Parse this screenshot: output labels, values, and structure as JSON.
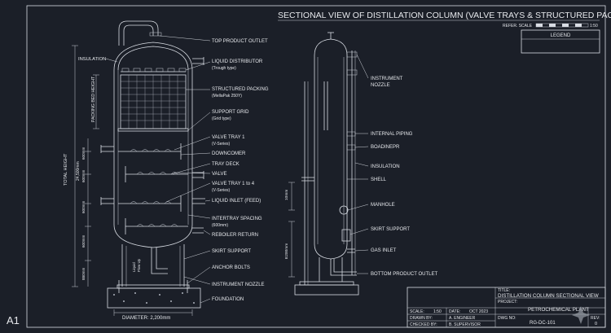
{
  "sheet": {
    "size": "A1",
    "title": "SECTIONAL VIEW OF DISTILLATION COLUMN (VALVE TRAYS & STRUCTURED PACKING)",
    "refer_scale_label": "REFER. SCALE",
    "refer_scale_value": "1:50",
    "legend_label": "LEGEND"
  },
  "colors": {
    "background": "#1b1f28",
    "linework": "#d9dde4",
    "text": "#e6e8ec"
  },
  "left_view": {
    "callouts": [
      "TOP PRODUCT OUTLET",
      "LIQUID DISTRIBUTOR",
      "(Trough type)",
      "STRUCTURED PACKING",
      "(MellaPak 250Y)",
      "SUPPORT GRID",
      "(Grid type)",
      "VALVE TRAY 1",
      "(V-Series)",
      "DOWNCOMER",
      "TRAY DECK",
      "VALVE",
      "VALVE TRAY 1 to 4",
      "(V-Series)",
      "LIQUID INLET (FEED)",
      "INTERTRAY SPACING",
      "(600mm)",
      "REBOILER RETURN",
      "SKIRT SUPPORT",
      "ANCHOR BOLTS",
      "INSTRUMENT NOZZLE",
      "FOUNDATION"
    ],
    "insulation_label": "INSULATION",
    "packing_bed_label": "PACKING BED HEIGHT",
    "total_height_label": "TOTAL HEIGHT",
    "total_height_value": "24,500mm",
    "spacing_labels": [
      "600mm",
      "600mm",
      "600mm",
      "600mm",
      "880mm"
    ],
    "liquid_label_1": "Liquid",
    "liquid_label_2": "Flow Up",
    "diameter_label": "DIAMETER: 2,200mm"
  },
  "right_view": {
    "callouts": [
      "INSTRUMENT",
      "NOZZLE",
      "INTERNAL PIPING",
      "BOADINEPR",
      "INSULATION",
      "SHELL",
      "MANHOLE",
      "SKIRT SUPPORT",
      "GAS INLET",
      "BOTTOM PRODUCT OUTLET"
    ],
    "dim_1": "10mm",
    "dim_2": "E200mm"
  },
  "title_block": {
    "title_label": "TITLE:",
    "title_value": "DISTILLATION COLUMN SECTIONAL VIEW",
    "project_label": "PROJECT:",
    "project_value": "PETROCHEMICAL PLANT",
    "scale_label": "SCALE:",
    "scale_value": "1:50",
    "date_label": "DATE:",
    "date_value": "OCT 2023",
    "drawn_label": "DRAWN BY:",
    "drawn_value": "A. ENGINEER",
    "checked_label": "CHECKED BY:",
    "checked_value": "B. SUPERVISOR",
    "dwg_label": "DWG NO:",
    "dwg_value": "RG-DC-101",
    "rev_label": "REV:",
    "rev_value": "0"
  }
}
